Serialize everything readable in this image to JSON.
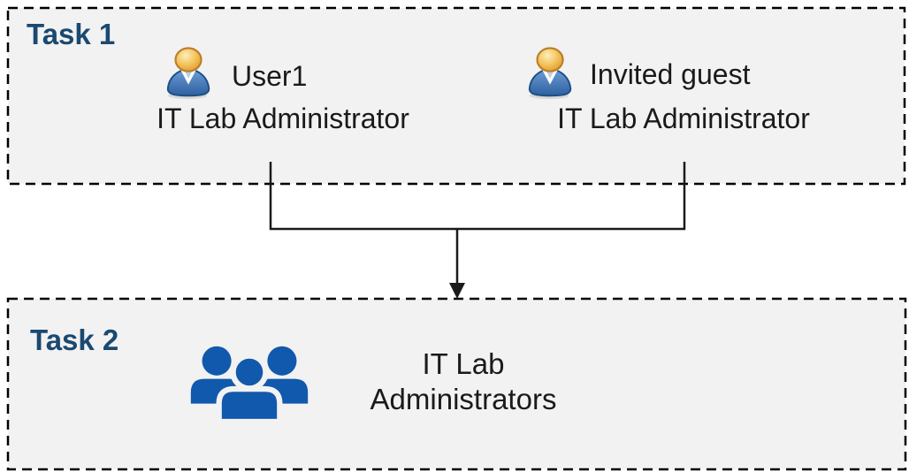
{
  "colors": {
    "page_bg": "#ffffff",
    "box_bg": "#f2f2f2",
    "box_border": "#000000",
    "task_label_blue": "#1a4971",
    "body_text": "#1a1a1a",
    "connector": "#1a1a1a",
    "group_icon_blue": "#1159ac",
    "person_icon_body_blue": "#2e5f9f",
    "person_icon_head_gold": "#e8a33d"
  },
  "task1": {
    "label": "Task 1",
    "members": [
      {
        "icon": "person-bust-icon",
        "name": "User1",
        "role": "IT Lab Administrator"
      },
      {
        "icon": "person-bust-icon",
        "name": "Invited guest",
        "role": "IT Lab Administrator"
      }
    ]
  },
  "task2": {
    "label": "Task 2",
    "group": {
      "icon": "people-group-icon",
      "name_line1": "IT Lab",
      "name_line2": "Administrators"
    }
  }
}
